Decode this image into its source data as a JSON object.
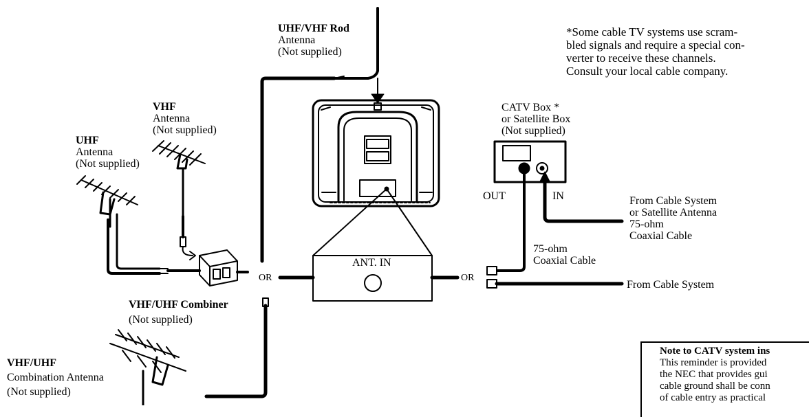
{
  "labels": {
    "rod_antenna": [
      "UHF/VHF Rod",
      "Antenna",
      "(Not supplied)"
    ],
    "vhf_antenna": [
      "VHF",
      "Antenna",
      "(Not supplied)"
    ],
    "uhf_antenna": [
      "UHF",
      "Antenna",
      "(Not supplied)"
    ],
    "combiner": [
      "VHF/UHF Combiner",
      "(Not supplied)"
    ],
    "combo_antenna": [
      "VHF/UHF",
      "Combination Antenna",
      "(Not supplied)"
    ],
    "catv_box": [
      "CATV Box *",
      "or Satellite Box",
      "(Not supplied)"
    ],
    "out": "OUT",
    "in": "IN",
    "cable_system_satellite": [
      "From Cable System",
      "or Satellite Antenna",
      "75-ohm",
      "Coaxial Cable"
    ],
    "coax_75": [
      "75-ohm",
      "Coaxial Cable"
    ],
    "from_cable_system": "From Cable System",
    "ant_in": "ANT. IN",
    "or_left": "OR",
    "or_right": "OR"
  },
  "footnote": [
    "*Some cable TV systems use scram-",
    "bled signals and require a special con-",
    "verter to receive these channels.",
    "Consult your local cable company."
  ],
  "note": {
    "title": "Note to CATV system ins",
    "lines": [
      "This reminder is provided",
      "the NEC that provides gui",
      "cable ground shall be conn",
      "of cable entry as practical"
    ]
  }
}
